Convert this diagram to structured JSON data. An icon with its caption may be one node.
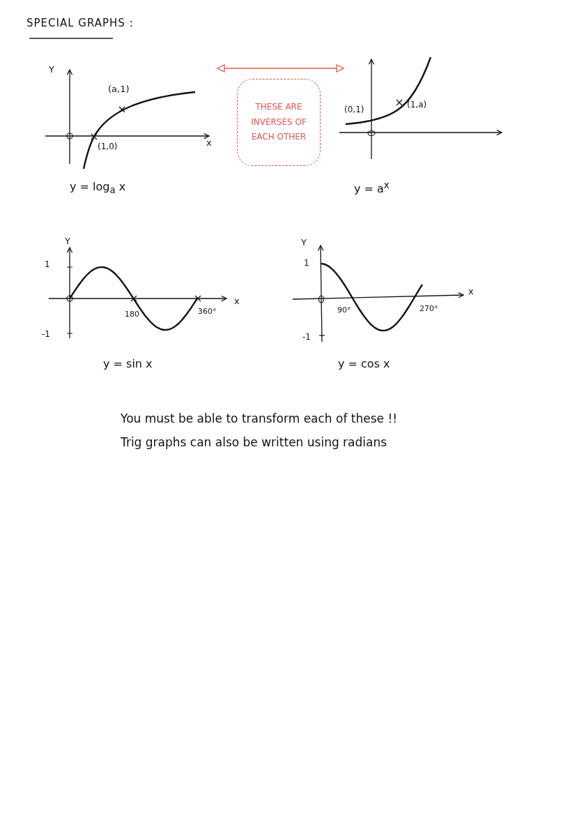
{
  "diagram": {
    "title": "SPECIAL GRAPHS :",
    "nodes": [
      {
        "text": [],
        "shape": "picture",
        "beside": [
          "y = log$_{a}$ x"
        ]
      },
      {
        "text": [
          "THESE ARE INVERSES OF EACH OTHER"
        ]
      },
      {
        "text": [],
        "shape": "picture",
        "beside": [
          "y = a$^{x}$"
        ]
      },
      {
        "text": [],
        "shape": "picture",
        "beside": [
          "y = sin x"
        ]
      },
      {
        "text": [],
        "shape": "picture",
        "beside": [
          "y = cos x"
        ]
      }
    ],
    "edges": [
      {
        "from": 0,
        "to": 2,
        "arrow": "both",
        "color": "#e8534a"
      }
    ],
    "labels": [
      "Y",
      "(a,1)",
      "x",
      "(1,0)",
      "(0,1)",
      "(1,a)",
      "Y",
      "1",
      "x",
      "180",
      "360°",
      "-1",
      "Y",
      "1",
      "x",
      "90°",
      "270°",
      "-1",
      "You must be able to transform each of these !!",
      "Trig graphs can also be written using radians"
    ]
  }
}
